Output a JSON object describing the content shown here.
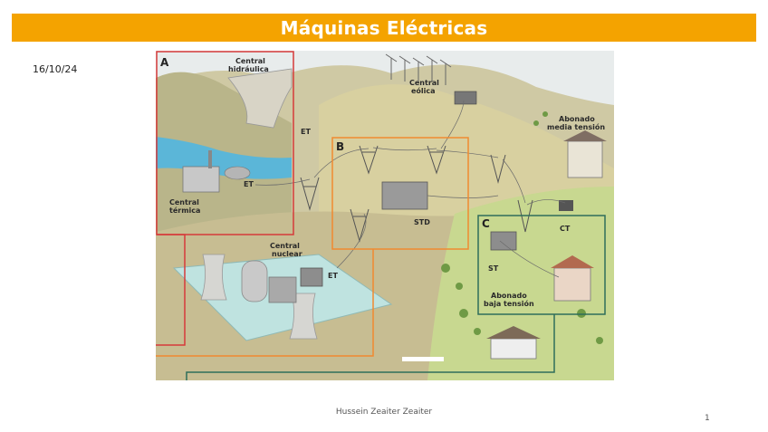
{
  "slide": {
    "title": "Máquinas Eléctricas",
    "date": "16/10/24",
    "author": "Hussein Zeaiter Zeaiter",
    "page_number": "1"
  },
  "colors": {
    "title_bar": "#f4a300",
    "box_a": "#d63a3a",
    "box_b": "#f08a30",
    "box_c": "#2f6e5a"
  },
  "illustration": {
    "section_a": "A",
    "section_b": "B",
    "section_c": "C",
    "central_hidraulica": [
      "Central",
      "hidráulica"
    ],
    "central_eolica": [
      "Central",
      "eólica"
    ],
    "abonado_media": [
      "Abonado",
      "media tensión"
    ],
    "et_top": "ET",
    "et_left": "ET",
    "et_nuclear": "ET",
    "central_termica": [
      "Central",
      "térmica"
    ],
    "std": "STD",
    "central_nuclear": [
      "Central",
      "nuclear"
    ],
    "ct": "CT",
    "st": "ST",
    "abonado_baja": [
      "Abonado",
      "baja tensión"
    ]
  }
}
